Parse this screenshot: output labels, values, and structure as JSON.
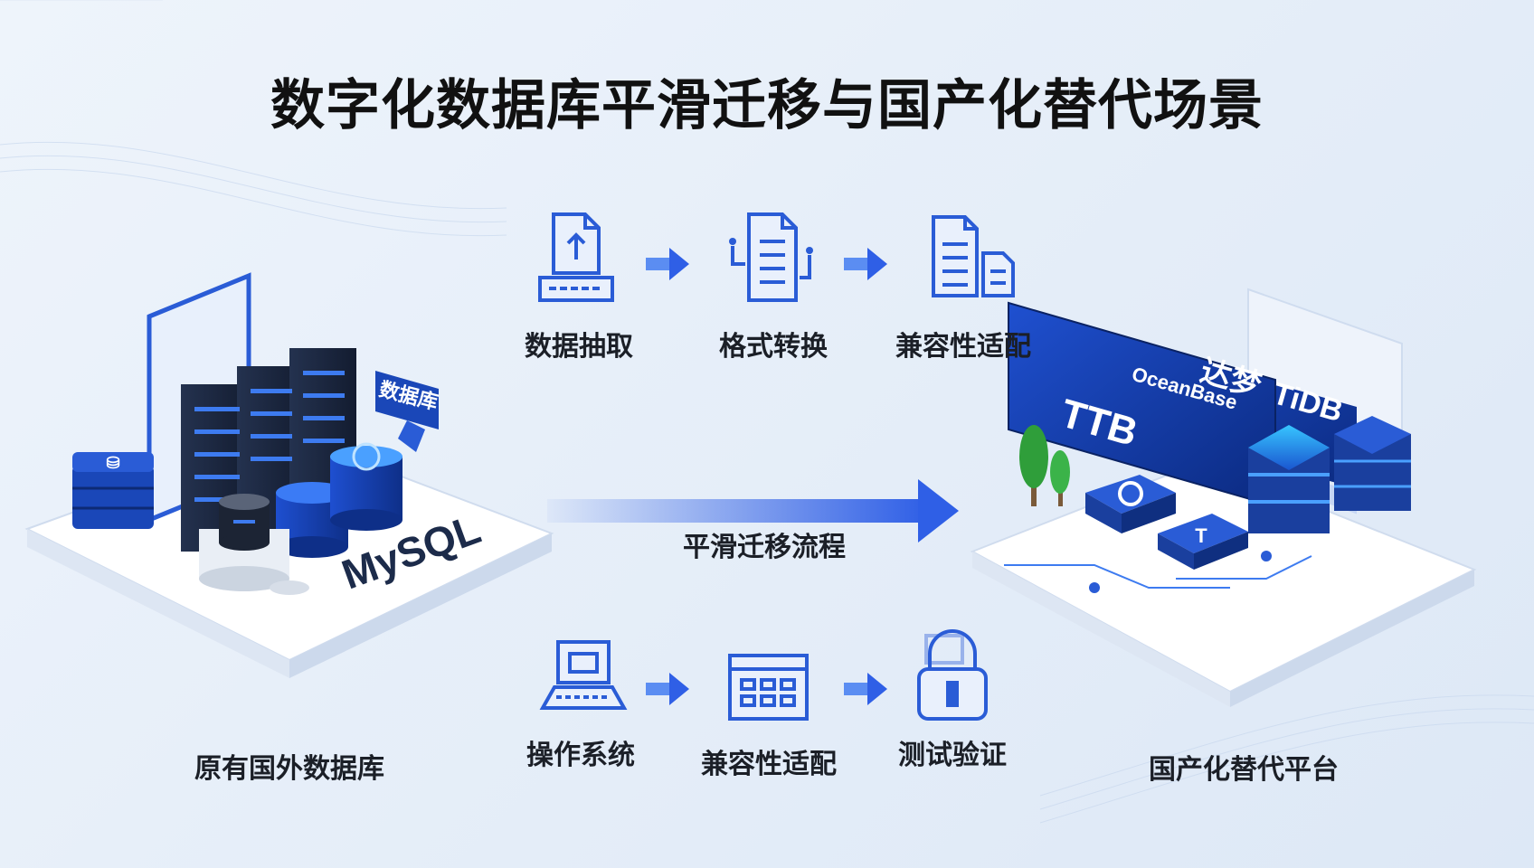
{
  "title": "数字化数据库平滑迁移与国产化替代场景",
  "left_platform": {
    "label": "原有国外数据库",
    "db_sign": "数据库",
    "floor_text": "MySQL"
  },
  "right_platform": {
    "label": "国产化替代平台",
    "panel_brand": "OceanBase",
    "panel_logo": "TTB",
    "panel_title_a": "达梦",
    "panel_title_b": "TiDB"
  },
  "main_flow": {
    "label": "平滑迁移流程"
  },
  "top_steps": [
    {
      "label": "数据抽取",
      "icon": "document-upload-icon"
    },
    {
      "label": "格式转换",
      "icon": "document-transform-icon"
    },
    {
      "label": "兼容性适配",
      "icon": "documents-icon"
    }
  ],
  "bottom_steps": [
    {
      "label": "操作系统",
      "icon": "laptop-icon"
    },
    {
      "label": "兼容性适配",
      "icon": "browser-window-icon"
    },
    {
      "label": "测试验证",
      "icon": "lock-icon"
    }
  ],
  "colors": {
    "accent": "#2f5fe6",
    "dark_navy": "#1c2b4a",
    "icon_blue": "#2a5cd6"
  }
}
